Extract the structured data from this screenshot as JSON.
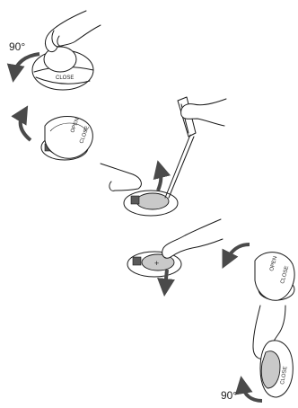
{
  "steps": {
    "step1": {
      "angle_label": "90°",
      "close_label": "CLOSE"
    },
    "step2": {
      "open_label": "OPEN",
      "close_label": "CLOSE"
    },
    "step4": {
      "polarity_label": "+"
    },
    "step5": {
      "open_label": "OPEN",
      "close_label": "CLOSE"
    },
    "step6": {
      "angle_label": "90°",
      "close_label": "CLOSE"
    }
  },
  "colors": {
    "line": "#1a1a1a",
    "arrow": "#4a4a4a",
    "fill_grey": "#c9c9c9"
  }
}
